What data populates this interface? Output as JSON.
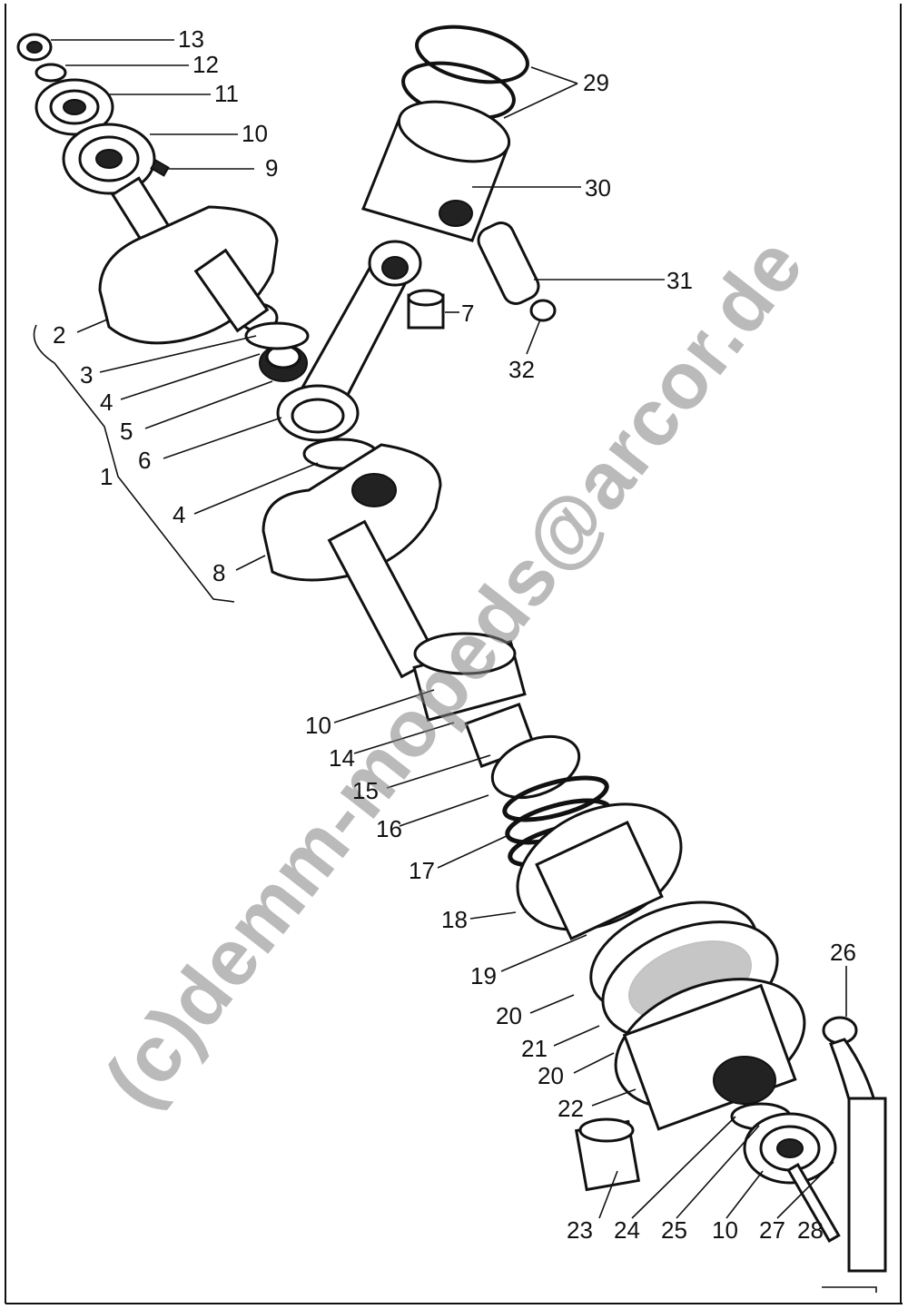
{
  "watermark": "(c)demm-mopeds@arcor.de",
  "labels": [
    {
      "id": "13",
      "text": "13"
    },
    {
      "id": "12",
      "text": "12"
    },
    {
      "id": "11",
      "text": "11"
    },
    {
      "id": "10a",
      "text": "10"
    },
    {
      "id": "9",
      "text": "9"
    },
    {
      "id": "29",
      "text": "29"
    },
    {
      "id": "30",
      "text": "30"
    },
    {
      "id": "31",
      "text": "31"
    },
    {
      "id": "7",
      "text": "7"
    },
    {
      "id": "32",
      "text": "32"
    },
    {
      "id": "2",
      "text": "2"
    },
    {
      "id": "3",
      "text": "3"
    },
    {
      "id": "4a",
      "text": "4"
    },
    {
      "id": "5",
      "text": "5"
    },
    {
      "id": "6",
      "text": "6"
    },
    {
      "id": "1",
      "text": "1"
    },
    {
      "id": "4b",
      "text": "4"
    },
    {
      "id": "8",
      "text": "8"
    },
    {
      "id": "10b",
      "text": "10"
    },
    {
      "id": "14",
      "text": "14"
    },
    {
      "id": "15",
      "text": "15"
    },
    {
      "id": "16",
      "text": "16"
    },
    {
      "id": "17",
      "text": "17"
    },
    {
      "id": "18",
      "text": "18"
    },
    {
      "id": "19",
      "text": "19"
    },
    {
      "id": "20a",
      "text": "20"
    },
    {
      "id": "21",
      "text": "21"
    },
    {
      "id": "20b",
      "text": "20"
    },
    {
      "id": "22",
      "text": "22"
    },
    {
      "id": "26",
      "text": "26"
    },
    {
      "id": "23",
      "text": "23"
    },
    {
      "id": "24",
      "text": "24"
    },
    {
      "id": "25",
      "text": "25"
    },
    {
      "id": "10c",
      "text": "10"
    },
    {
      "id": "27",
      "text": "27"
    },
    {
      "id": "28",
      "text": "28"
    }
  ]
}
